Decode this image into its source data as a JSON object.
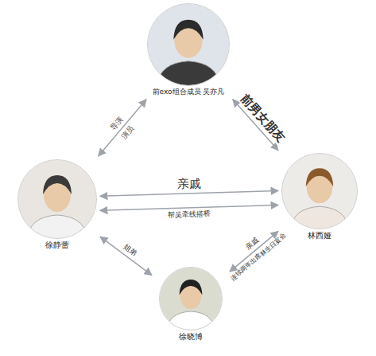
{
  "diagram": {
    "nodes": [
      {
        "text": [
          "前exo组合成员 吴亦凡"
        ]
      },
      {
        "text": [
          "徐静蕾"
        ]
      },
      {
        "text": [
          "林西娅"
        ]
      },
      {
        "text": [
          "徐晓博"
        ]
      }
    ],
    "edges": [
      {
        "from": 0,
        "to": 1,
        "arrow": "both",
        "label": "导演"
      },
      {
        "from": 0,
        "to": 2,
        "arrow": "both",
        "label": "前男女朋友"
      },
      {
        "from": 1,
        "to": 2,
        "arrow": "both",
        "label": "亲戚"
      },
      {
        "from": 1,
        "to": 2,
        "arrow": "both",
        "label": "帮吴牵线搭桥"
      },
      {
        "from": 1,
        "to": 3,
        "arrow": "both",
        "label": "姐弟"
      },
      {
        "from": 2,
        "to": 3,
        "arrow": "both",
        "label": "亲戚"
      }
    ],
    "labels": [
      "演员",
      "连续两年出席林生日宴会"
    ]
  }
}
